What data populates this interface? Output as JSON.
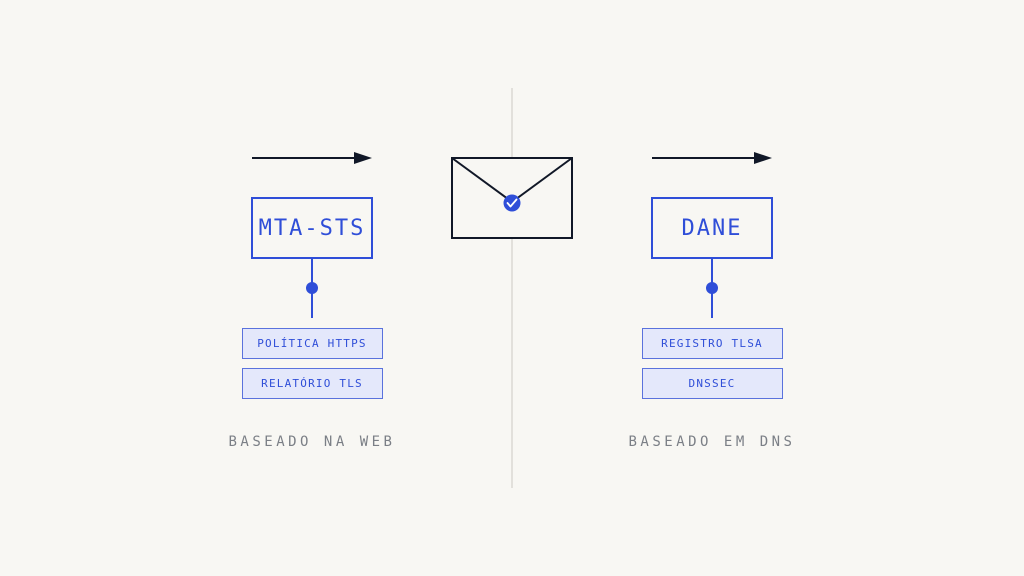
{
  "left": {
    "box_label": "MTA-STS",
    "items": [
      "POLÍTICA HTTPS",
      "RELATÓRIO TLS"
    ],
    "caption": "BASEADO NA WEB"
  },
  "right": {
    "box_label": "DANE",
    "items": [
      "REGISTRO TLSA",
      "DNSSEC"
    ],
    "caption": "BASEADO EM DNS"
  },
  "colors": {
    "background": "#f8f7f3",
    "accent": "#2f4ed8",
    "chip_fill": "#e4e8fb",
    "ink": "#111827",
    "caption": "#7b7f86",
    "divider": "#e2e0db"
  },
  "icons": [
    "arrow-right-icon",
    "envelope-icon",
    "check-circle-icon"
  ]
}
